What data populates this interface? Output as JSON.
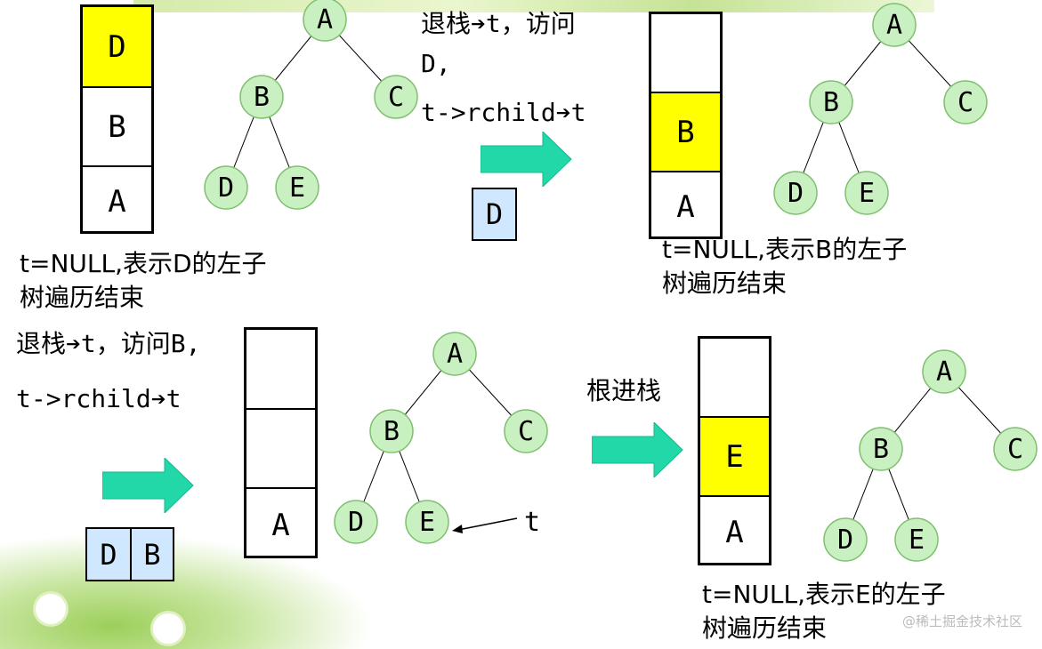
{
  "colors": {
    "node_fill": "#c8f0c0",
    "highlight": "#ffff00",
    "arrow": "#22d8a8",
    "box_fill": "#cfe8ff"
  },
  "stacks": {
    "s1": [
      "D",
      "B",
      "A"
    ],
    "s2": [
      "",
      "B",
      "A"
    ],
    "s3": [
      "",
      "",
      "A"
    ],
    "s4": [
      "",
      "E",
      "A"
    ]
  },
  "tree_nodes": [
    "A",
    "B",
    "C",
    "D",
    "E"
  ],
  "texts": {
    "pop_visit_d_line1": "退栈➔t，访问",
    "pop_visit_d_line2": "D,",
    "rchild_1": "t->rchild➔t",
    "box_d": "D",
    "null_d_line1": "t=NULL,表示D的左子",
    "null_d_line2": "树遍历结束",
    "null_b_line1": "t=NULL,表示B的左子",
    "null_b_line2": "树遍历结束",
    "pop_visit_b": "退栈➔t，访问B,",
    "rchild_2": "t->rchild➔t",
    "box_db": [
      "D",
      "B"
    ],
    "pointer_t": "t",
    "root_push": "根进栈",
    "null_e_line1": "t=NULL,表示E的左子",
    "null_e_line2": "树遍历结束",
    "watermark": "@稀土掘金技术社区"
  }
}
